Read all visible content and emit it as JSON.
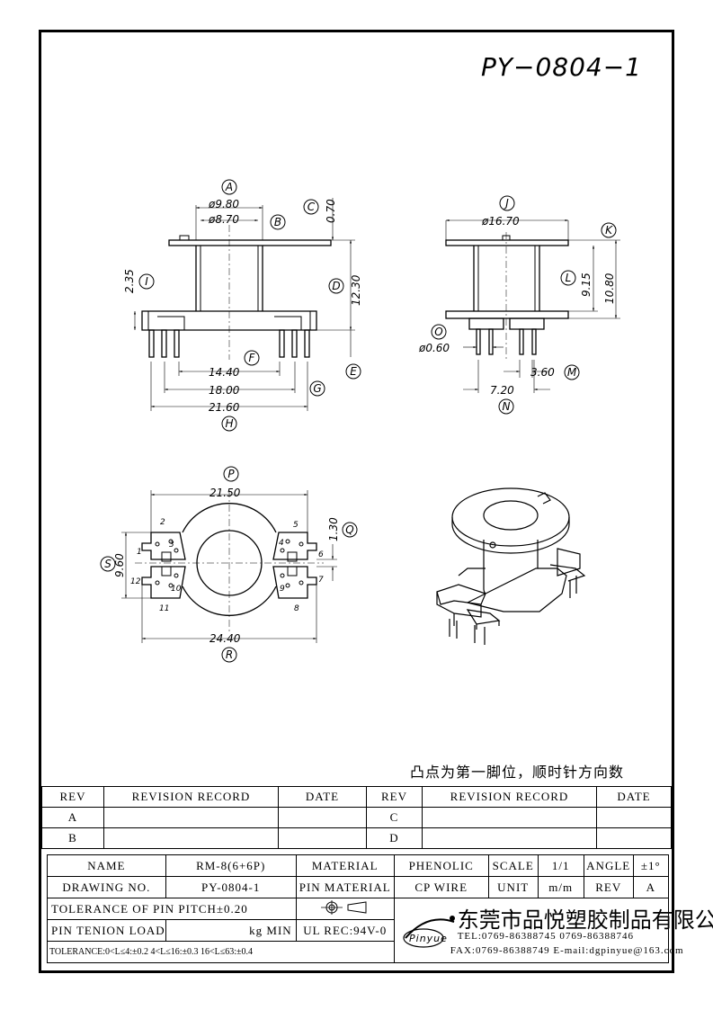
{
  "part_number": "PY−0804−1",
  "note": "凸点为第一脚位，顺时针方向数",
  "front_view": {
    "dims": {
      "d_outer": "ø9.80",
      "d_inner": "ø8.70",
      "flange": "0.70",
      "height": "12.30",
      "side": "2.35",
      "pitch_inner": "14.40",
      "pitch_outer": "18.00",
      "width": "21.60"
    },
    "callouts": [
      "A",
      "B",
      "C",
      "D",
      "E",
      "F",
      "G",
      "H",
      "I"
    ]
  },
  "side_view": {
    "dims": {
      "d_flange": "ø16.70",
      "h1": "9.15",
      "h2": "10.80",
      "pin_d": "ø0.60",
      "pitch": "3.60",
      "span": "7.20"
    },
    "callouts": [
      "J",
      "K",
      "L",
      "M",
      "N",
      "O"
    ]
  },
  "bottom_view": {
    "dims": {
      "top": "21.50",
      "bottom": "24.40",
      "side": "9.60",
      "gap": "1.30"
    },
    "callouts": [
      "P",
      "Q",
      "R",
      "S"
    ],
    "pins": [
      "1",
      "2",
      "3",
      "4",
      "5",
      "6",
      "7",
      "8",
      "9",
      "10",
      "11",
      "12"
    ]
  },
  "revision_table": {
    "headers": [
      "REV",
      "REVISION RECORD",
      "DATE",
      "REV",
      "REVISION RECORD",
      "DATE"
    ],
    "rows": [
      [
        "A",
        "",
        "",
        "C",
        "",
        ""
      ],
      [
        "B",
        "",
        "",
        "D",
        "",
        ""
      ]
    ]
  },
  "spec": {
    "name_label": "NAME",
    "name_value": "RM-8(6+6P)",
    "material_label": "MATERIAL",
    "material_value": "PHENOLIC",
    "scale_label": "SCALE",
    "scale_value": "1/1",
    "angle_label": "ANGLE",
    "angle_value": "±1°",
    "drawing_label": "DRAWING NO.",
    "drawing_value": "PY-0804-1",
    "pin_material_label": "PIN MATERIAL",
    "pin_material_value": "CP WIRE",
    "unit_label": "UNIT",
    "unit_value": "m/m",
    "rev_label": "REV",
    "rev_value": "A",
    "tolerance_pitch": "TOLERANCE OF PIN PITCH±0.20",
    "pin_load_label": "PIN TENION LOAD",
    "pin_load_unit": "kg MIN",
    "ul": "UL REC:94V-0",
    "tolerance": "TOLERANCE:0<L≤4:±0.2  4<L≤16:±0.3  16<L≤63:±0.4",
    "company": "东莞市品悦塑胶制品有限公司",
    "tel": "TEL:0769-86388745   0769-86388746",
    "fax": "FAX:0769-86388749  E-mail:dgpinyue@163.com",
    "logo": "Pinyue"
  }
}
